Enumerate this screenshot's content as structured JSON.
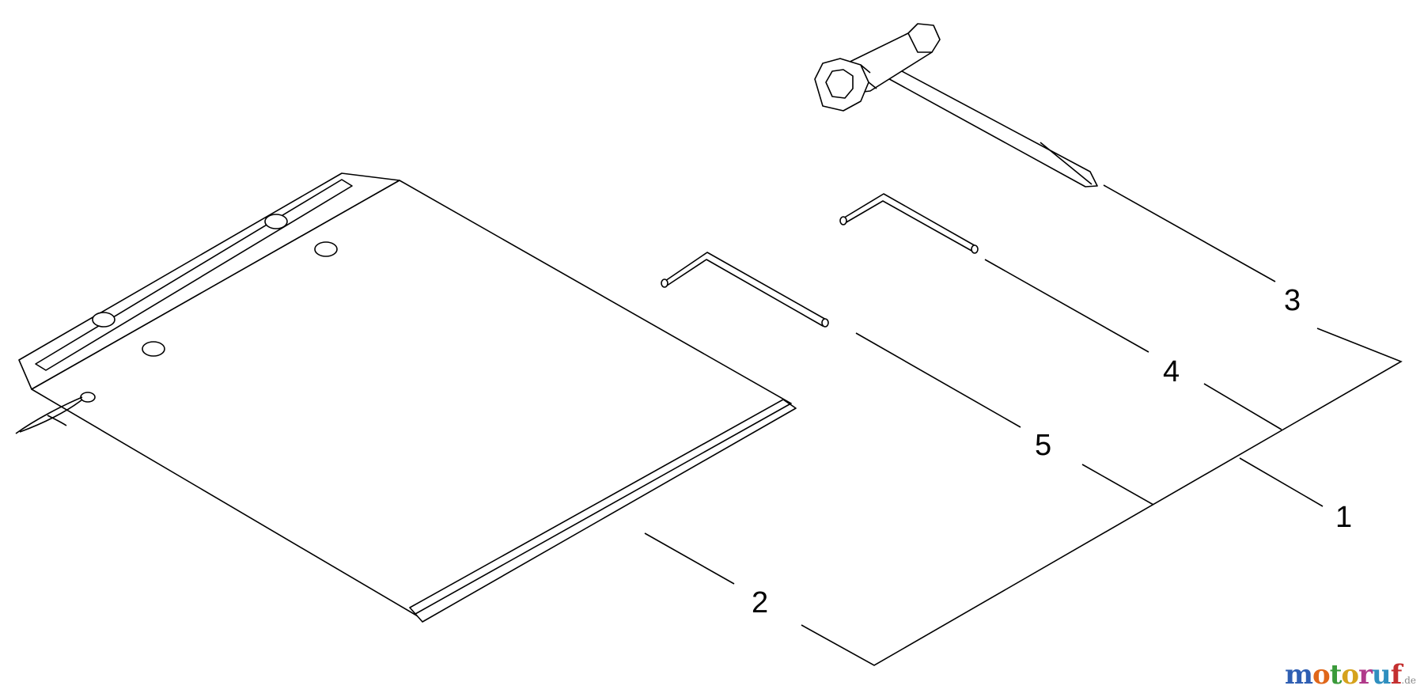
{
  "callouts": {
    "c1": "1",
    "c2": "2",
    "c3": "3",
    "c4": "4",
    "c5": "5"
  },
  "watermark": {
    "letters": [
      "m",
      "o",
      "t",
      "o",
      "r",
      "u",
      "f"
    ],
    "colors": [
      "#2f5fb3",
      "#e0671a",
      "#3a9a3a",
      "#d6a21c",
      "#b03a8a",
      "#2f8fbf",
      "#c43030"
    ],
    "suffix": ".de"
  }
}
